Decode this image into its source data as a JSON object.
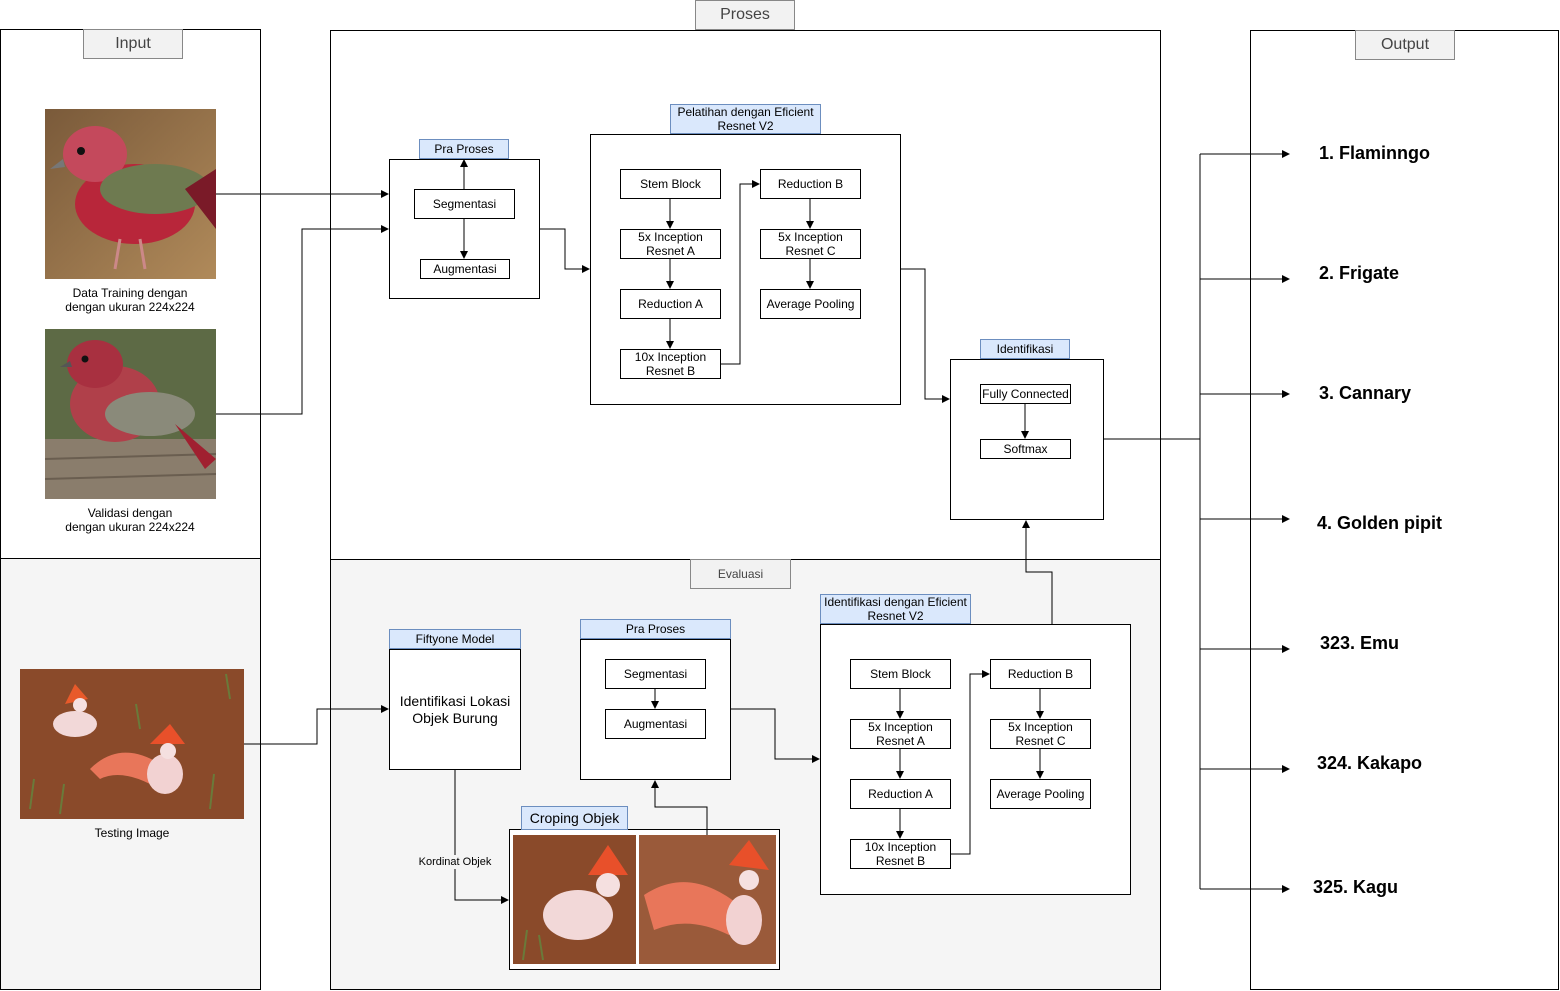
{
  "input": {
    "title": "Input",
    "training_caption": "Data Training dengan\ndengan ukuran 224x224",
    "validation_caption": "Validasi dengan\ndengan ukuran 224x224",
    "testing_caption": "Testing Image"
  },
  "proses": {
    "title": "Proses"
  },
  "pra_proses": {
    "title": "Pra Proses",
    "segmentasi": "Segmentasi",
    "augmentasi": "Augmentasi"
  },
  "pelatihan": {
    "title": "Pelatihan dengan Eficient Resnet V2",
    "stem": "Stem Block",
    "inc_a": "5x Inception Resnet A",
    "red_a": "Reduction A",
    "inc_b": "10x Inception Resnet B",
    "red_b": "Reduction B",
    "inc_c": "5x Inception Resnet C",
    "avg_pool": "Average Pooling"
  },
  "identifikasi": {
    "title": "Identifikasi",
    "fc": "Fully Connected",
    "softmax": "Softmax"
  },
  "evaluasi": {
    "title": "Evaluasi"
  },
  "fiftyone": {
    "title": "Fiftyone Model",
    "body": "Identifikasi Lokasi Objek Burung"
  },
  "eval_pra": {
    "title": "Pra Proses",
    "segmentasi": "Segmentasi",
    "augmentasi": "Augmentasi"
  },
  "cropping": {
    "title": "Croping Objek"
  },
  "kordinat": "Kordinat Objek",
  "eval_ident": {
    "title": "Identifikasi dengan Eficient Resnet V2",
    "stem": "Stem Block",
    "inc_a": "5x Inception Resnet A",
    "red_a": "Reduction A",
    "inc_b": "10x Inception Resnet B",
    "red_b": "Reduction B",
    "inc_c": "5x Inception Resnet C",
    "avg_pool": "Average Pooling"
  },
  "output": {
    "title": "Output",
    "items": [
      "1. Flaminngo",
      "2. Frigate",
      "3. Cannary",
      "4. Golden pipit",
      "323. Emu",
      "324. Kakapo",
      "325. Kagu"
    ]
  }
}
